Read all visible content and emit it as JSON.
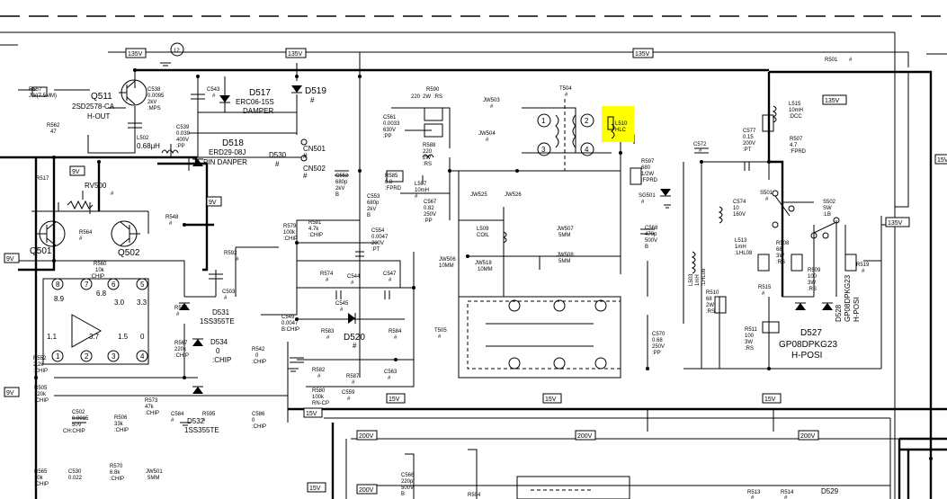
{
  "voltage_tags": [
    {
      "text": "135V"
    },
    {
      "text": "135V"
    },
    {
      "text": "135V"
    },
    {
      "text": "135V"
    },
    {
      "text": "135V"
    },
    {
      "text": "9V"
    },
    {
      "text": "9V"
    },
    {
      "text": "9V"
    },
    {
      "text": "9V"
    },
    {
      "text": "15V"
    },
    {
      "text": "15V"
    },
    {
      "text": "15V"
    },
    {
      "text": "15V"
    },
    {
      "text": "15V"
    },
    {
      "text": "15V"
    },
    {
      "text": "200V"
    },
    {
      "text": "200V"
    },
    {
      "text": "200V"
    },
    {
      "text": "200V"
    }
  ],
  "part_labels": [
    {
      "text": "Q511",
      "size": "ref"
    },
    {
      "text": "2SD2578-CA",
      "size": "ref8"
    },
    {
      "text": "H-OUT",
      "size": "ref8"
    },
    {
      "text": "R557",
      "size": "lbl"
    },
    {
      "text": "JW(7.5MM)",
      "size": "lbl"
    },
    {
      "text": "R562",
      "size": "lbl"
    },
    {
      "text": "47",
      "size": "lbl"
    },
    {
      "text": "C538",
      "size": "lbl"
    },
    {
      "text": "0.0095",
      "size": "lbl"
    },
    {
      "text": "2kV",
      "size": "lbl"
    },
    {
      "text": ":MPS",
      "size": "lbl"
    },
    {
      "text": "C543",
      "size": "lbl"
    },
    {
      "text": "#",
      "size": "lbl"
    },
    {
      "text": "D517",
      "size": "ref"
    },
    {
      "text": "ERC06-15S",
      "size": "ref8"
    },
    {
      "text": "DAMPER",
      "size": "ref8"
    },
    {
      "text": "D519",
      "size": "ref"
    },
    {
      "text": "#",
      "size": "ref8"
    },
    {
      "text": "C539",
      "size": "lbl"
    },
    {
      "text": "0.039",
      "size": "lbl"
    },
    {
      "text": "400V",
      "size": "lbl"
    },
    {
      "text": ":PP",
      "size": "lbl"
    },
    {
      "text": "L502",
      "size": "lbl"
    },
    {
      "text": "0.68μH",
      "size": "ref8"
    },
    {
      "text": "D518",
      "size": "ref"
    },
    {
      "text": "ERD29-08J",
      "size": "ref8"
    },
    {
      "text": "PIN DANPER",
      "size": "ref8"
    },
    {
      "text": "D530",
      "size": "ref8"
    },
    {
      "text": "#",
      "size": "ref8"
    },
    {
      "text": "CN501",
      "size": "ref8"
    },
    {
      "text": "#",
      "size": "ref8"
    },
    {
      "text": "CN502",
      "size": "ref8"
    },
    {
      "text": "#",
      "size": "ref8"
    },
    {
      "text": "R517",
      "size": "lbl"
    },
    {
      "text": "RV500",
      "size": "ref8"
    },
    {
      "text": "#",
      "size": "lbl"
    },
    {
      "text": "R548",
      "size": "lbl"
    },
    {
      "text": "#",
      "size": "lbl"
    },
    {
      "text": "Q501",
      "size": "ref"
    },
    {
      "text": "Q502",
      "size": "ref"
    },
    {
      "text": "R564",
      "size": "lbl"
    },
    {
      "text": "#",
      "size": "lbl"
    },
    {
      "text": "R560",
      "size": "lbl"
    },
    {
      "text": "10k",
      "size": "lbl"
    },
    {
      "text": ":CHIP",
      "size": "lbl"
    },
    {
      "text": "R592",
      "size": "lbl"
    },
    {
      "text": "#",
      "size": "lbl"
    },
    {
      "text": "C503",
      "size": "lbl"
    },
    {
      "text": "#",
      "size": "lbl"
    },
    {
      "text": "R575",
      "size": "lbl"
    },
    {
      "text": "#",
      "size": "lbl"
    },
    {
      "text": "D531",
      "size": "ref8"
    },
    {
      "text": "1SS355TE",
      "size": "ref8"
    },
    {
      "text": "R567",
      "size": "lbl"
    },
    {
      "text": "220k",
      "size": "lbl"
    },
    {
      "text": ":CHIP",
      "size": "lbl"
    },
    {
      "text": "D534",
      "size": "ref8"
    },
    {
      "text": "0",
      "size": "ref8"
    },
    {
      "text": ":CHIP",
      "size": "ref8"
    },
    {
      "text": "R542",
      "size": "lbl"
    },
    {
      "text": "0",
      "size": "lbl"
    },
    {
      "text": ":CHIP",
      "size": "lbl"
    },
    {
      "text": "R552",
      "size": "lbl"
    },
    {
      "text": "2.2k",
      "size": "lbl"
    },
    {
      "text": ":CHIP",
      "size": "lbl"
    },
    {
      "text": "R505",
      "size": "lbl"
    },
    {
      "text": "120k",
      "size": "lbl"
    },
    {
      "text": ":CHIP",
      "size": "lbl"
    },
    {
      "text": "C502",
      "size": "lbl"
    },
    {
      "text": "0.0015",
      "size": "lbl"
    },
    {
      "text": "50V",
      "size": "lbl"
    },
    {
      "text": "CH:CHIP",
      "size": "lbl"
    },
    {
      "text": "R506",
      "size": "lbl"
    },
    {
      "text": "33k",
      "size": "lbl"
    },
    {
      "text": ":CHIP",
      "size": "lbl"
    },
    {
      "text": "R573",
      "size": "lbl"
    },
    {
      "text": "47k",
      "size": "lbl"
    },
    {
      "text": ":CHIP",
      "size": "lbl"
    },
    {
      "text": "C584",
      "size": "lbl"
    },
    {
      "text": "#",
      "size": "lbl"
    },
    {
      "text": "R595",
      "size": "lbl"
    },
    {
      "text": "#",
      "size": "lbl"
    },
    {
      "text": "C586",
      "size": "lbl"
    },
    {
      "text": "0",
      "size": "lbl"
    },
    {
      "text": ":CHIP",
      "size": "lbl"
    },
    {
      "text": "D532",
      "size": "ref8"
    },
    {
      "text": "1SS355TE",
      "size": "ref8"
    },
    {
      "text": "R565",
      "size": "lbl"
    },
    {
      "text": "10k",
      "size": "lbl"
    },
    {
      "text": ":CHIP",
      "size": "lbl"
    },
    {
      "text": "C530",
      "size": "lbl"
    },
    {
      "text": "0.022",
      "size": "lbl"
    },
    {
      "text": "R570",
      "size": "lbl"
    },
    {
      "text": "6.8k",
      "size": "lbl"
    },
    {
      "text": ":CHIP",
      "size": "lbl"
    },
    {
      "text": "JW501",
      "size": "lbl"
    },
    {
      "text": "5MM",
      "size": "lbl"
    },
    {
      "text": "R581",
      "size": "lbl"
    },
    {
      "text": "4.7k",
      "size": "lbl"
    },
    {
      "text": ":CHIP",
      "size": "lbl"
    },
    {
      "text": "R579",
      "size": "lbl"
    },
    {
      "text": "100k",
      "size": "lbl"
    },
    {
      "text": ":CHIP",
      "size": "lbl"
    },
    {
      "text": "C552",
      "size": "lbl"
    },
    {
      "text": "680p",
      "size": "lbl"
    },
    {
      "text": "2kV",
      "size": "lbl"
    },
    {
      "text": "B",
      "size": "lbl"
    },
    {
      "text": "C553",
      "size": "lbl"
    },
    {
      "text": "680p",
      "size": "lbl"
    },
    {
      "text": "2kV",
      "size": "lbl"
    },
    {
      "text": "B",
      "size": "lbl"
    },
    {
      "text": "C554",
      "size": "lbl"
    },
    {
      "text": "0.0047",
      "size": "lbl"
    },
    {
      "text": "200V",
      "size": "lbl"
    },
    {
      "text": ":PT",
      "size": "lbl"
    },
    {
      "text": "R574",
      "size": "lbl"
    },
    {
      "text": "#",
      "size": "lbl"
    },
    {
      "text": "C544",
      "size": "lbl"
    },
    {
      "text": "#",
      "size": "lbl"
    },
    {
      "text": "C547",
      "size": "lbl"
    },
    {
      "text": "#",
      "size": "lbl"
    },
    {
      "text": "C545",
      "size": "lbl"
    },
    {
      "text": "#",
      "size": "lbl"
    },
    {
      "text": "C549",
      "size": "lbl"
    },
    {
      "text": "0.0047",
      "size": "lbl"
    },
    {
      "text": "B:CHIP",
      "size": "lbl"
    },
    {
      "text": "R583",
      "size": "lbl"
    },
    {
      "text": "#",
      "size": "lbl"
    },
    {
      "text": "D520",
      "size": "ref"
    },
    {
      "text": "#",
      "size": "ref8"
    },
    {
      "text": "R584",
      "size": "lbl"
    },
    {
      "text": "#",
      "size": "lbl"
    },
    {
      "text": "R582",
      "size": "lbl"
    },
    {
      "text": "#",
      "size": "lbl"
    },
    {
      "text": "R587",
      "size": "lbl"
    },
    {
      "text": "#",
      "size": "lbl"
    },
    {
      "text": "C563",
      "size": "lbl"
    },
    {
      "text": "#",
      "size": "lbl"
    },
    {
      "text": "R580",
      "size": "lbl"
    },
    {
      "text": "100k",
      "size": "lbl"
    },
    {
      "text": "RN-CP",
      "size": "lbl"
    },
    {
      "text": "C559",
      "size": "lbl"
    },
    {
      "text": "#",
      "size": "lbl"
    },
    {
      "text": "T505",
      "size": "lbl"
    },
    {
      "text": "#",
      "size": "lbl"
    },
    {
      "text": "R590",
      "size": "lbl"
    },
    {
      "text": "220",
      "size": "lbl"
    },
    {
      "text": "2W",
      "size": "lbl"
    },
    {
      "text": ":RS",
      "size": "lbl"
    },
    {
      "text": "C561",
      "size": "lbl"
    },
    {
      "text": "0.0033",
      "size": "lbl"
    },
    {
      "text": "630V",
      "size": "lbl"
    },
    {
      "text": ":PP",
      "size": "lbl"
    },
    {
      "text": "R588",
      "size": "lbl"
    },
    {
      "text": "220",
      "size": "lbl"
    },
    {
      "text": "2W",
      "size": "lbl"
    },
    {
      "text": ":RS",
      "size": "lbl"
    },
    {
      "text": "R585",
      "size": "lbl"
    },
    {
      "text": "6.8",
      "size": "lbl"
    },
    {
      "text": ":FPRD",
      "size": "lbl"
    },
    {
      "text": "L507",
      "size": "lbl"
    },
    {
      "text": "10mH",
      "size": "lbl"
    },
    {
      "text": "#",
      "size": "lbl"
    },
    {
      "text": "C567",
      "size": "lbl"
    },
    {
      "text": "0.82",
      "size": "lbl"
    },
    {
      "text": "250V",
      "size": "lbl"
    },
    {
      "text": ":PP",
      "size": "lbl"
    },
    {
      "text": "JW503",
      "size": "lbl"
    },
    {
      "text": "#",
      "size": "lbl"
    },
    {
      "text": "JW504",
      "size": "lbl"
    },
    {
      "text": "#",
      "size": "lbl"
    },
    {
      "text": "JW525",
      "size": "lbl"
    },
    {
      "text": "JW526",
      "size": "lbl"
    },
    {
      "text": "L509",
      "size": "lbl"
    },
    {
      "text": "COIL",
      "size": "lbl"
    },
    {
      "text": "JW506",
      "size": "lbl"
    },
    {
      "text": "10MM",
      "size": "lbl"
    },
    {
      "text": "JW518",
      "size": "lbl"
    },
    {
      "text": "10MM",
      "size": "lbl"
    },
    {
      "text": "JW507",
      "size": "lbl"
    },
    {
      "text": "5MM",
      "size": "lbl"
    },
    {
      "text": "JW508",
      "size": "lbl"
    },
    {
      "text": "5MM",
      "size": "lbl"
    },
    {
      "text": "T504",
      "size": "lbl"
    },
    {
      "text": "#",
      "size": "lbl"
    },
    {
      "text": "L510",
      "size": "lbl"
    },
    {
      "text": "HLC",
      "size": "lbl"
    },
    {
      "text": "R597",
      "size": "lbl"
    },
    {
      "text": "680",
      "size": "lbl"
    },
    {
      "text": "1/2W",
      "size": "lbl"
    },
    {
      "text": ":FPRD",
      "size": "lbl"
    },
    {
      "text": "SG501",
      "size": "lbl"
    },
    {
      "text": "#",
      "size": "lbl"
    },
    {
      "text": "C568",
      "size": "lbl"
    },
    {
      "text": "470p",
      "size": "lbl"
    },
    {
      "text": "500V",
      "size": "lbl"
    },
    {
      "text": "B",
      "size": "lbl"
    },
    {
      "text": "C572",
      "size": "lbl"
    },
    {
      "text": "#",
      "size": "lbl"
    },
    {
      "text": "C577",
      "size": "lbl"
    },
    {
      "text": "0.15",
      "size": "lbl"
    },
    {
      "text": "200V",
      "size": "lbl"
    },
    {
      "text": ":PT",
      "size": "lbl"
    },
    {
      "text": "L515",
      "size": "lbl"
    },
    {
      "text": "10mH",
      "size": "lbl"
    },
    {
      "text": ":DCC",
      "size": "lbl"
    },
    {
      "text": "R507",
      "size": "lbl"
    },
    {
      "text": "4.7",
      "size": "lbl"
    },
    {
      "text": ":FPRD",
      "size": "lbl"
    },
    {
      "text": "C574",
      "size": "lbl"
    },
    {
      "text": "10",
      "size": "lbl"
    },
    {
      "text": "160V",
      "size": "lbl"
    },
    {
      "text": "L513",
      "size": "lbl"
    },
    {
      "text": "1mH",
      "size": "lbl"
    },
    {
      "text": ":LHL08",
      "size": "lbl"
    },
    {
      "text": "S501",
      "size": "lbl"
    },
    {
      "text": "#",
      "size": "lbl"
    },
    {
      "text": "S502",
      "size": "lbl"
    },
    {
      "text": "SW",
      "size": "lbl"
    },
    {
      "text": ":LB",
      "size": "lbl"
    },
    {
      "text": "R508",
      "size": "lbl"
    },
    {
      "text": "68",
      "size": "lbl"
    },
    {
      "text": "3W",
      "size": "lbl"
    },
    {
      "text": ":RS",
      "size": "lbl"
    },
    {
      "text": "R509",
      "size": "lbl"
    },
    {
      "text": "100",
      "size": "lbl"
    },
    {
      "text": "3W",
      "size": "lbl"
    },
    {
      "text": ":RS",
      "size": "lbl"
    },
    {
      "text": "R519",
      "size": "lbl"
    },
    {
      "text": "#",
      "size": "lbl"
    },
    {
      "text": "R515",
      "size": "lbl"
    },
    {
      "text": "#",
      "size": "lbl"
    },
    {
      "text": "R510",
      "size": "lbl"
    },
    {
      "text": "68",
      "size": "lbl"
    },
    {
      "text": "2W",
      "size": "lbl"
    },
    {
      "text": ":RS",
      "size": "lbl"
    },
    {
      "text": "R511",
      "size": "lbl"
    },
    {
      "text": "100",
      "size": "lbl"
    },
    {
      "text": "3W",
      "size": "lbl"
    },
    {
      "text": ":RS",
      "size": "lbl"
    },
    {
      "text": "D527",
      "size": "ref"
    },
    {
      "text": "GP08DPKG23",
      "size": "ref"
    },
    {
      "text": "H-POSI",
      "size": "ref"
    },
    {
      "text": "C570",
      "size": "lbl"
    },
    {
      "text": "0.68",
      "size": "lbl"
    },
    {
      "text": "250V",
      "size": "lbl"
    },
    {
      "text": ":PP",
      "size": "lbl"
    },
    {
      "text": "R501",
      "size": "lbl"
    },
    {
      "text": "#",
      "size": "lbl"
    },
    {
      "text": "C566",
      "size": "lbl"
    },
    {
      "text": "220p",
      "size": "lbl"
    },
    {
      "text": "500V",
      "size": "lbl"
    },
    {
      "text": "B",
      "size": "lbl"
    },
    {
      "text": "R504",
      "size": "lbl"
    },
    {
      "text": "R513",
      "size": "lbl"
    },
    {
      "text": "R514",
      "size": "lbl"
    },
    {
      "text": "#",
      "size": "lbl"
    },
    {
      "text": "#",
      "size": "lbl"
    },
    {
      "text": "D529",
      "size": "ref8"
    }
  ],
  "rotated_labels": [
    {
      "text": "D528"
    },
    {
      "text": "GP08DPKG23"
    },
    {
      "text": "H-POSI"
    },
    {
      "text": "L503"
    },
    {
      "text": "1mH"
    },
    {
      "text": ":LHL08"
    }
  ],
  "pin_labels": [
    {
      "text": "8"
    },
    {
      "text": "7"
    },
    {
      "text": "6"
    },
    {
      "text": "5"
    },
    {
      "text": "1"
    },
    {
      "text": "2"
    },
    {
      "text": "3"
    },
    {
      "text": "4"
    },
    {
      "text": "8.9"
    },
    {
      "text": "6.8"
    },
    {
      "text": "3.0"
    },
    {
      "text": "3.3"
    },
    {
      "text": "1.1"
    },
    {
      "text": "3.7"
    },
    {
      "text": "1.5"
    },
    {
      "text": "0"
    },
    {
      "text": "T504 pins"
    },
    {
      "text": "1"
    },
    {
      "text": "2"
    },
    {
      "text": "3"
    },
    {
      "text": "4"
    }
  ],
  "probe_marker": {
    "text": "12"
  },
  "highlight_color": "#ffff00",
  "wire_color": "#000000"
}
